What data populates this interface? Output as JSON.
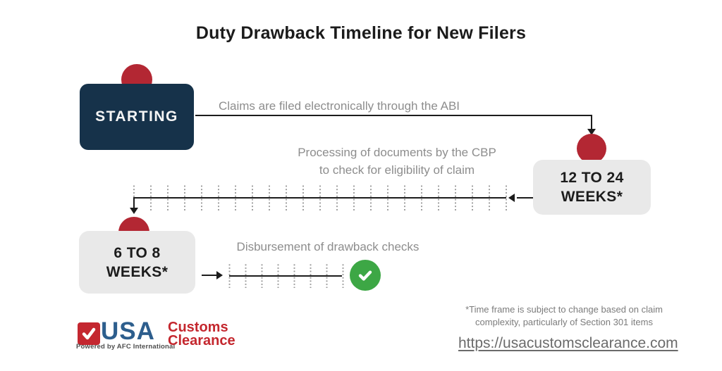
{
  "title": "Duty Drawback Timeline for New Filers",
  "timeline": {
    "start": {
      "label": "STARTING"
    },
    "step_processing": {
      "label": "12 TO 24\nWEEKS*"
    },
    "step_disbursement": {
      "label": "6 TO 8\nWEEKS*"
    },
    "captions": {
      "filing": "Claims are filed electronically through the ABI",
      "processing": "Processing of documents by the CBP\nto check for eligibility of claim",
      "disbursement": "Disbursement of drawback checks"
    }
  },
  "footer": {
    "footnote": "*Time frame is subject to change based on claim\ncomplexity, particularly of Section 301 items",
    "link": "https://usacustomsclearance.com"
  },
  "logo": {
    "usa": "USA",
    "customs": "Customs",
    "clearance": "Clearance",
    "powered_by": "Powered by AFC International"
  },
  "colors": {
    "navy_box": "#16324a",
    "milestone_red": "#b32733",
    "gray_box": "#e9e9e9",
    "green_check": "#3da745",
    "logo_blue": "#2d5e8d",
    "logo_red": "#c4272e",
    "caption_gray": "#8d8d8d",
    "line_black": "#1c1c1c"
  }
}
